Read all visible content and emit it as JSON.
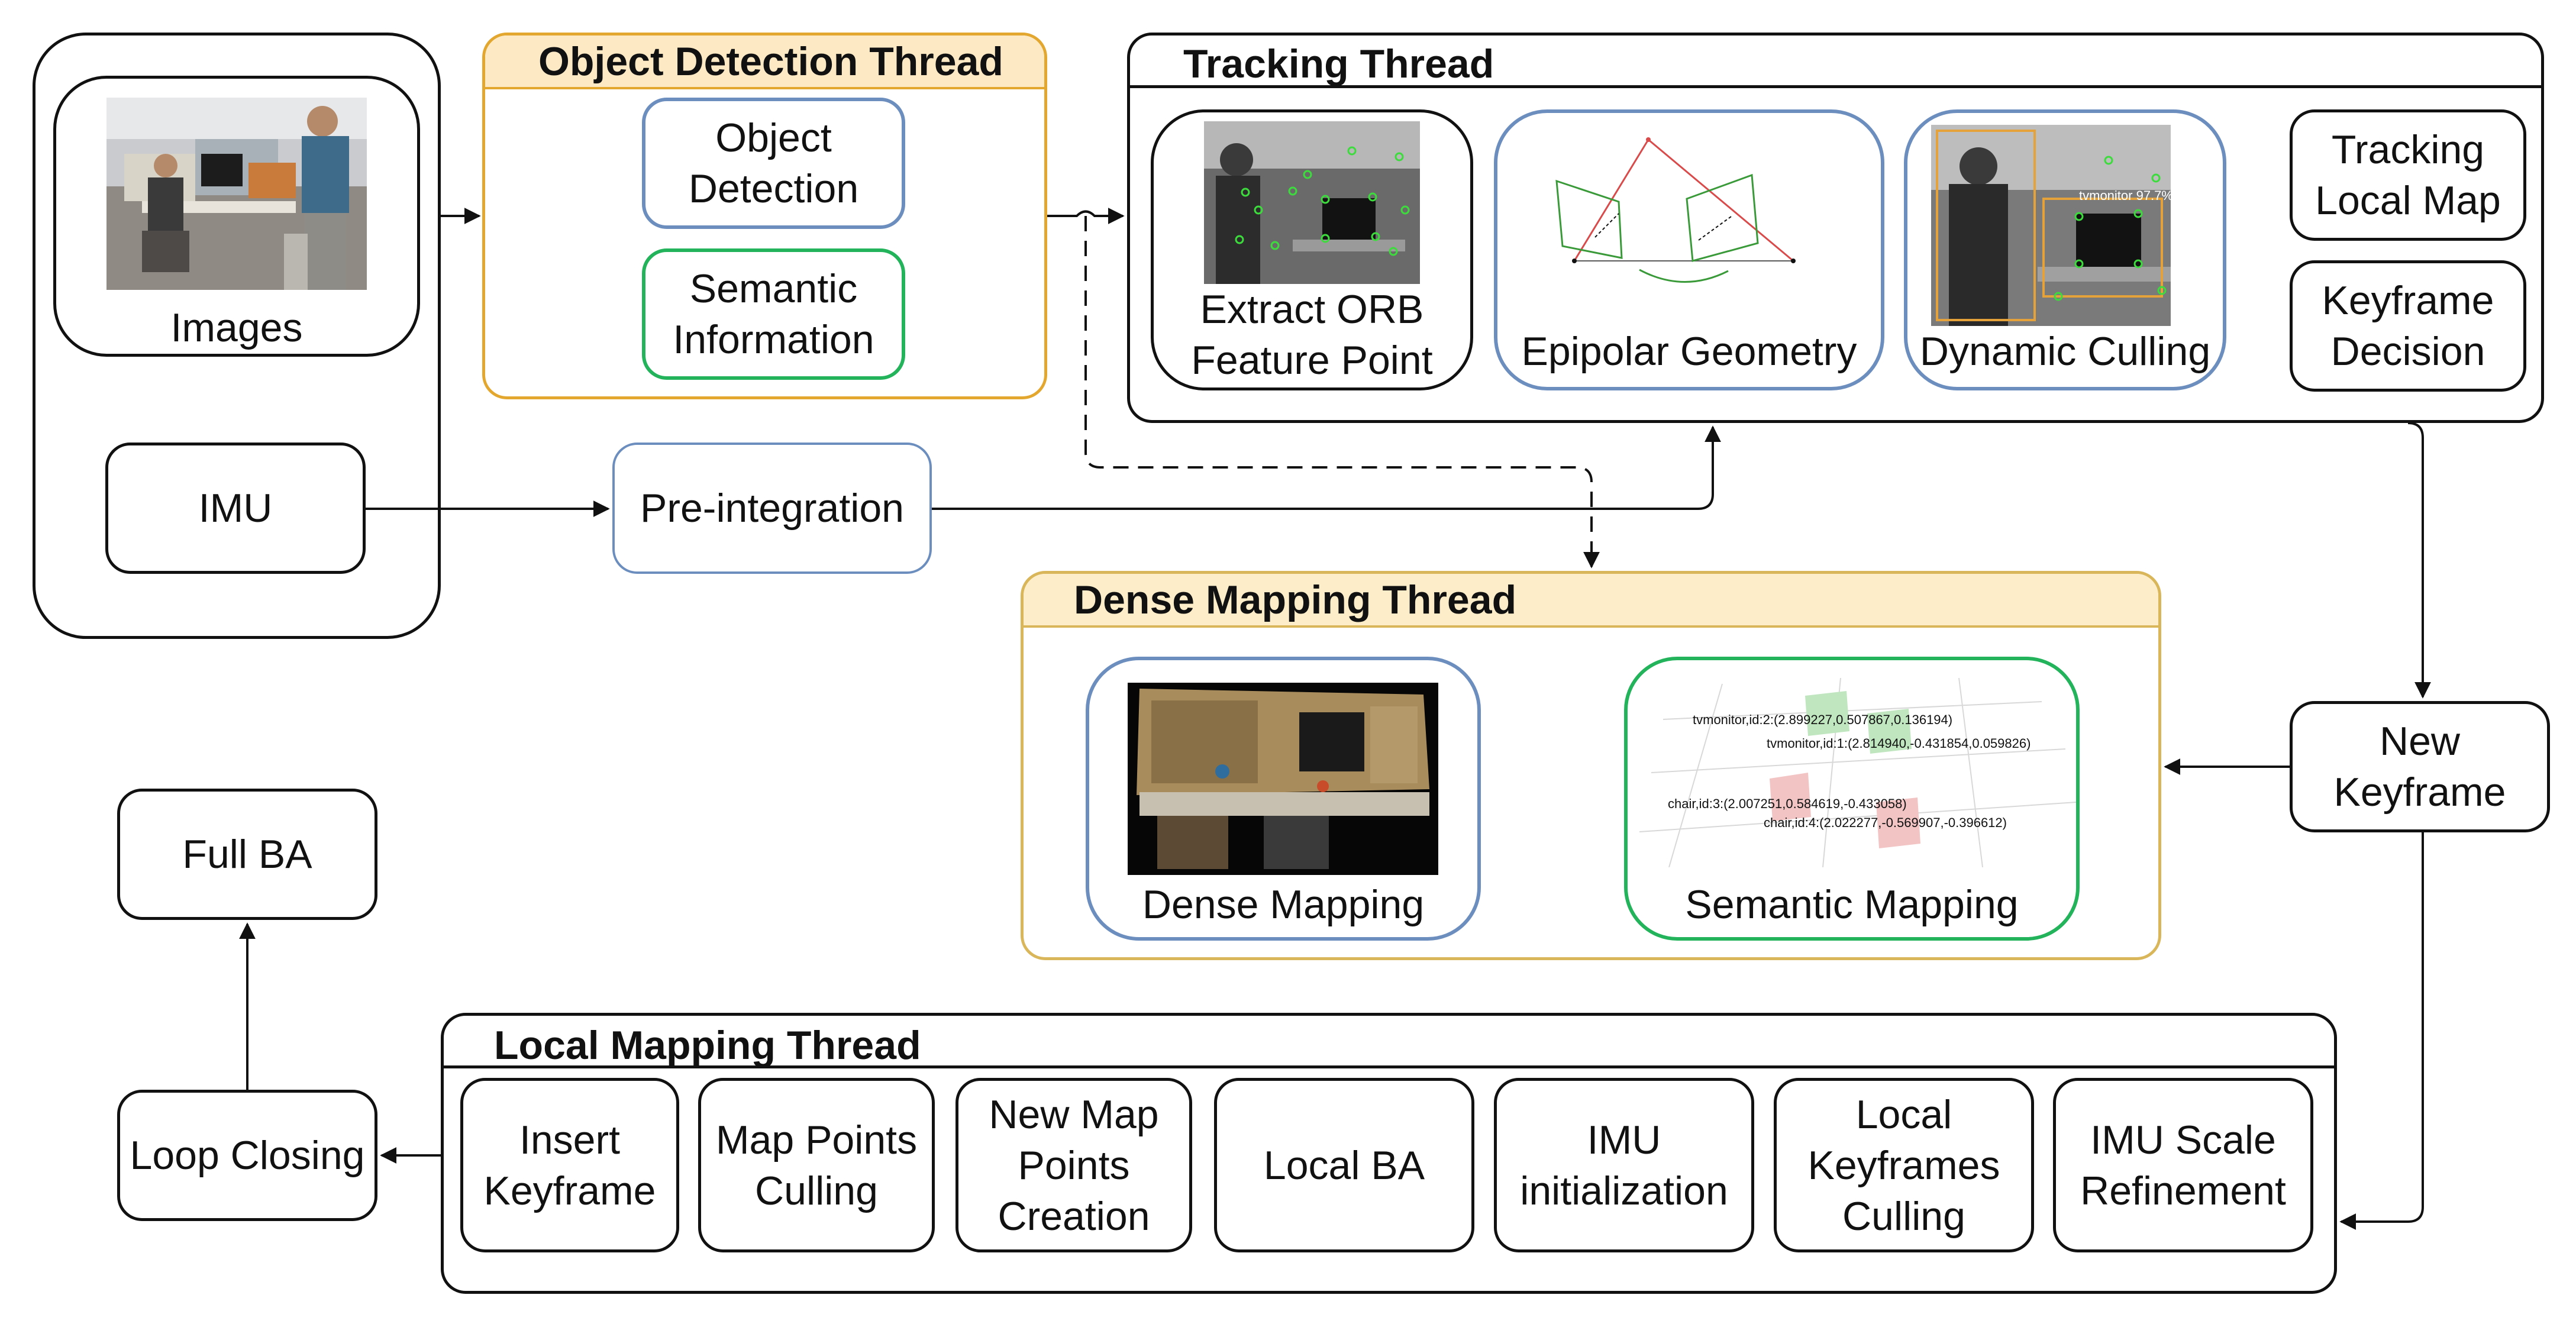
{
  "inputs": {
    "images_label": "Images",
    "imu_label": "IMU"
  },
  "preintegration": {
    "label": "Pre-integration"
  },
  "object_detection_thread": {
    "title": "Object Detection Thread",
    "object_detection": "Object\nDetection",
    "semantic_information": "Semantic\nInformation"
  },
  "tracking_thread": {
    "title": "Tracking Thread",
    "extract_orb": "Extract ORB\nFeature Point",
    "epipolar_geometry": "Epipolar Geometry",
    "dynamic_culling": "Dynamic Culling",
    "tracking_local_map": "Tracking\nLocal Map",
    "keyframe_decision": "Keyframe\nDecision",
    "culling_overlay_text": "tvmonitor  97.7%"
  },
  "dense_mapping_thread": {
    "title": "Dense Mapping Thread",
    "dense_mapping": "Dense Mapping",
    "semantic_mapping": "Semantic Mapping",
    "semantic_labels": [
      "tvmonitor,id:2:(2.899227,0.507867,0.136194)",
      "tvmonitor,id:1:(2.814940,-0.431854,0.059826)",
      "chair,id:3:(2.007251,0.584619,-0.433058)",
      "chair,id:4:(2.022277,-0.569907,-0.396612)"
    ]
  },
  "new_keyframe": {
    "label": "New\nKeyframe"
  },
  "local_mapping_thread": {
    "title": "Local Mapping Thread",
    "steps": [
      "Insert\nKeyframe",
      "Map Points\nCulling",
      "New Map\nPoints\nCreation",
      "Local BA",
      "IMU\ninitialization",
      "Local\nKeyframes\nCulling",
      "IMU Scale\nRefinement"
    ]
  },
  "loop_closing": {
    "label": "Loop Closing"
  },
  "full_ba": {
    "label": "Full BA"
  },
  "colors": {
    "object_thread_border": "#e3a72f",
    "object_thread_header": "#fde9c4",
    "dense_thread_border": "#d9b65a",
    "dense_thread_header": "#fdeec9",
    "blue_box": "#6c8ebf",
    "green_box": "#22b35b",
    "preintegration_border": "#6c8ebf"
  }
}
